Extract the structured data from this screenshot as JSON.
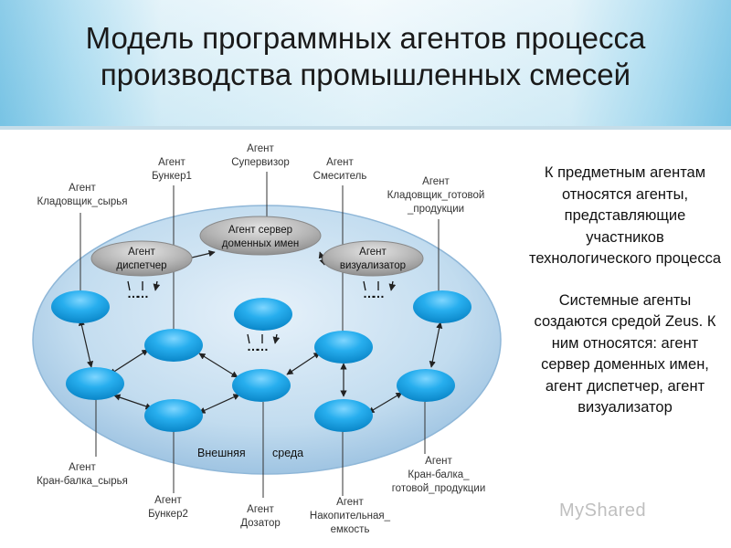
{
  "title": {
    "line1": "Модель программных агентов процесса",
    "line2": "производства промышленных смесей"
  },
  "diagram": {
    "labels": {
      "bunker1": [
        "Агент",
        "Бункер1"
      ],
      "supervisor": [
        "Агент",
        "Супервизор"
      ],
      "mixer": [
        "Агент",
        "Смеситель"
      ],
      "storekeeper_raw": [
        "Агент",
        "Кладовщик_сырья"
      ],
      "storekeeper_finished": [
        "Агент",
        "Кладовщик_готовой",
        "_продукции"
      ],
      "crane_raw": [
        "Агент",
        "Кран-балка_сырья"
      ],
      "bunker2": [
        "Агент",
        "Бункер2"
      ],
      "doser": [
        "Агент",
        "Дозатор"
      ],
      "storage_tank": [
        "Агент",
        "Накопительная_",
        "емкость"
      ],
      "crane_finished": [
        "Агент",
        "Кран-балка_",
        "готовой_продукции"
      ]
    },
    "system_agents": {
      "name_server": [
        "Агент сервер",
        "доменных имен"
      ],
      "dispatcher": [
        "Агент",
        "диспетчер"
      ],
      "visualizer": [
        "Агент",
        "визуализатор"
      ]
    },
    "ellipsis": "…",
    "environment_label": "Внешняя",
    "environment_label2": "среда"
  },
  "side_text": {
    "p1": "К предметным агентам относятся агенты, представляющие участников технологического процесса",
    "p2": "Системные агенты создаются средой Zeus. К ним относятся: агент сервер доменных имен, агент диспетчер, агент визуализатор"
  },
  "watermark": "MyShared",
  "colors": {
    "node": "#1ea6e6",
    "system_node": "#a9a9a9",
    "environment": "#c7dff0"
  }
}
